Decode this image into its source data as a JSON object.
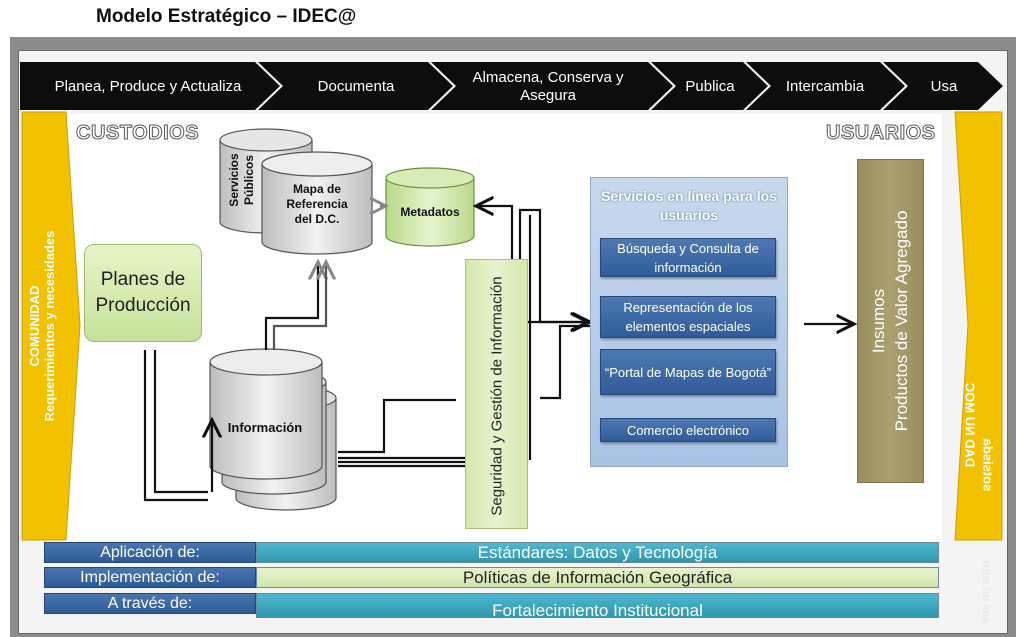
{
  "title": "Modelo Estratégico – IDEC@",
  "process_steps": [
    "Planea, Produce y Actualiza",
    "Documenta",
    "Almacena, Conserva y Asegura",
    "Publica",
    "Intercambia",
    "Usa"
  ],
  "left_band": {
    "line1": "COMUNIDAD",
    "line2": "Requerimientos y necesidades"
  },
  "right_band": {
    "line1": "DAD NU MOC",
    "line2": "sotsisda",
    "line3": "aus ud adrn"
  },
  "custodios_label": "CUSTODIOS",
  "usuarios_label": "USUARIOS",
  "servicios_publicos": "Servicios Públicos",
  "mapa_referencia": "Mapa de Referencia del D.C.",
  "metadatos": "Metadatos",
  "informacion": "Información",
  "planes_produccion": "Planes de Producción",
  "seguridad": "Seguridad y Gestión de Información",
  "services": {
    "title": "Servicios en línea para los usuarios",
    "items": [
      "Búsqueda y Consulta de información",
      "Representación de los elementos espaciales",
      "“Portal de Mapas de Bogotá”",
      "Comercio electrónico"
    ]
  },
  "insumos": {
    "line1": "Insumos",
    "line2": "Productos de Valor Agregado"
  },
  "bottom_rows": [
    {
      "label": "Aplicación de:",
      "value": "Estándares: Datos y Tecnología",
      "color": "#3aa8c0"
    },
    {
      "label": "Implementación de:",
      "value": "Políticas de Información Geográfica",
      "color": "#d8ebb8"
    },
    {
      "label": "A través de:",
      "value": "Fortalecimiento Institucional",
      "color": "#3aa8c0"
    }
  ],
  "colors": {
    "arrow_bar": "#0d0d0d",
    "band_yellow": "#f2c200",
    "services_blue": "#2f5c99",
    "green_panel": "#c7e29a",
    "insumos_olive": "#9a8e5e"
  }
}
